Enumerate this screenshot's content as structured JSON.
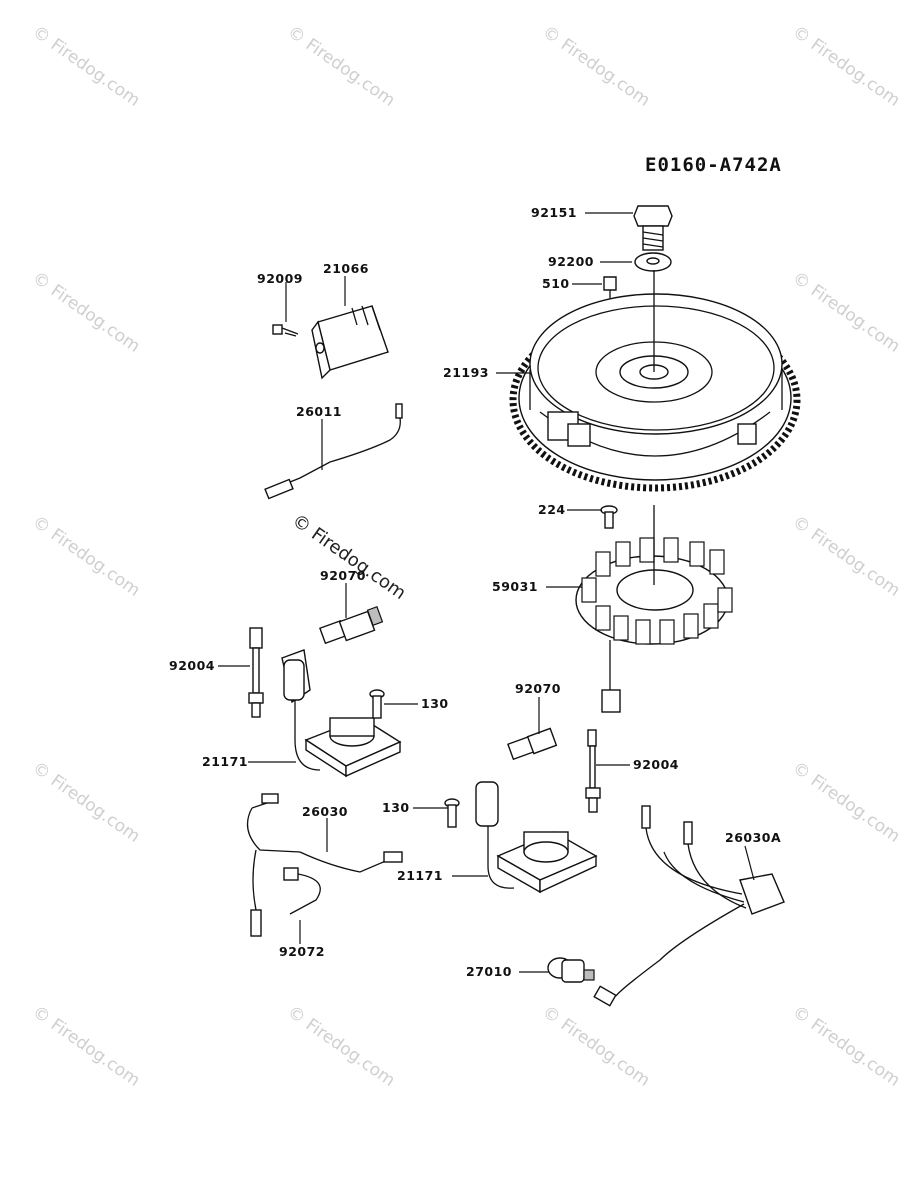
{
  "diagram_code": "E0160-A742A",
  "watermark": {
    "text": "© Firedog.com",
    "center_text": "© Firedog.com"
  },
  "parts": {
    "p92151": "92151",
    "p92200": "92200",
    "p510": "510",
    "p21193": "21193",
    "p92009": "92009",
    "p21066": "21066",
    "p26011": "26011",
    "p224": "224",
    "p59031": "59031",
    "p92070a": "92070",
    "p92004a": "92004",
    "p130a": "130",
    "p21171a": "21171",
    "p92070b": "92070",
    "p92004b": "92004",
    "p26030": "26030",
    "p130b": "130",
    "p21171b": "21171",
    "p26030A": "26030A",
    "p92072": "92072",
    "p27010": "27010"
  },
  "colors": {
    "line": "#111111",
    "watermark": "#cfcfcf",
    "background": "#ffffff"
  }
}
